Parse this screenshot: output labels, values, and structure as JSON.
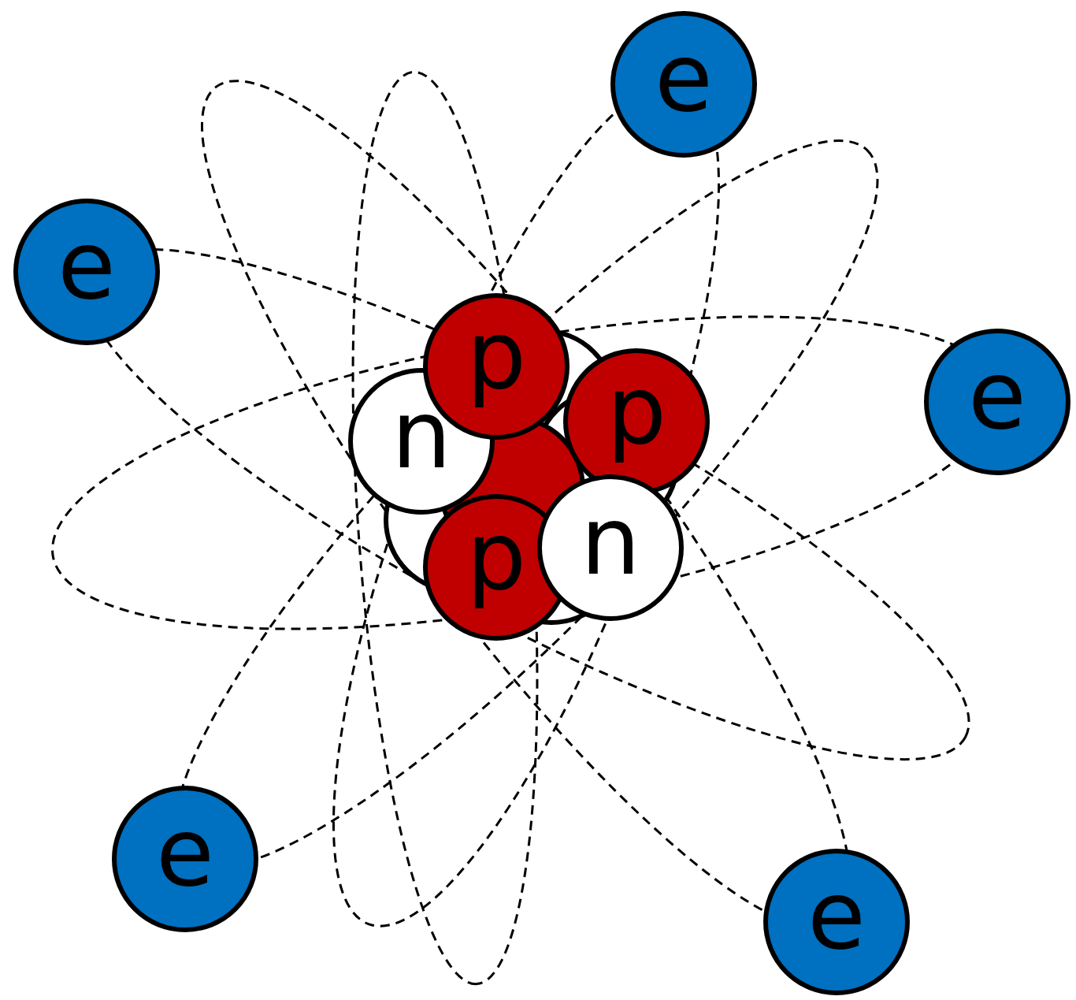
{
  "diagram": {
    "nodes": [
      {
        "text": [
          "e"
        ]
      },
      {
        "text": [
          "e"
        ]
      },
      {
        "text": [
          "p"
        ]
      },
      {
        "text": [
          "e"
        ]
      },
      {
        "text": [
          "p"
        ]
      },
      {
        "text": [
          "n"
        ]
      },
      {
        "text": [
          "n"
        ]
      },
      {
        "text": [
          "p"
        ]
      },
      {
        "text": [
          "e"
        ]
      },
      {
        "text": [
          "e"
        ]
      }
    ]
  }
}
